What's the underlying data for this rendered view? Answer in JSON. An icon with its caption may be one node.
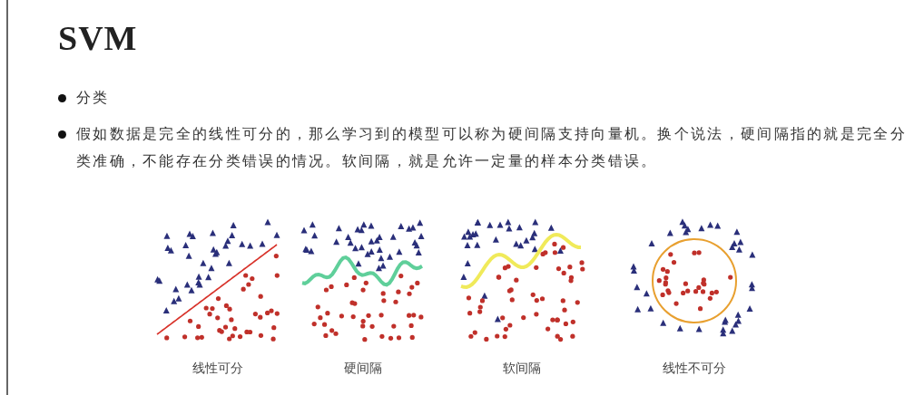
{
  "diagram": {
    "title": "SVM",
    "labels": [
      "分类",
      "假如数据是完全的线性可分的，那么学习到的模型可以称为硬间隔支持向量机。换个说法，硬间隔指的就是完全分类准确，不能存在分类错误的情况。软间隔，就是允许一定量的样本分类错误。",
      "线性可分",
      "硬间隔",
      "软间隔",
      "线性不可分"
    ]
  }
}
